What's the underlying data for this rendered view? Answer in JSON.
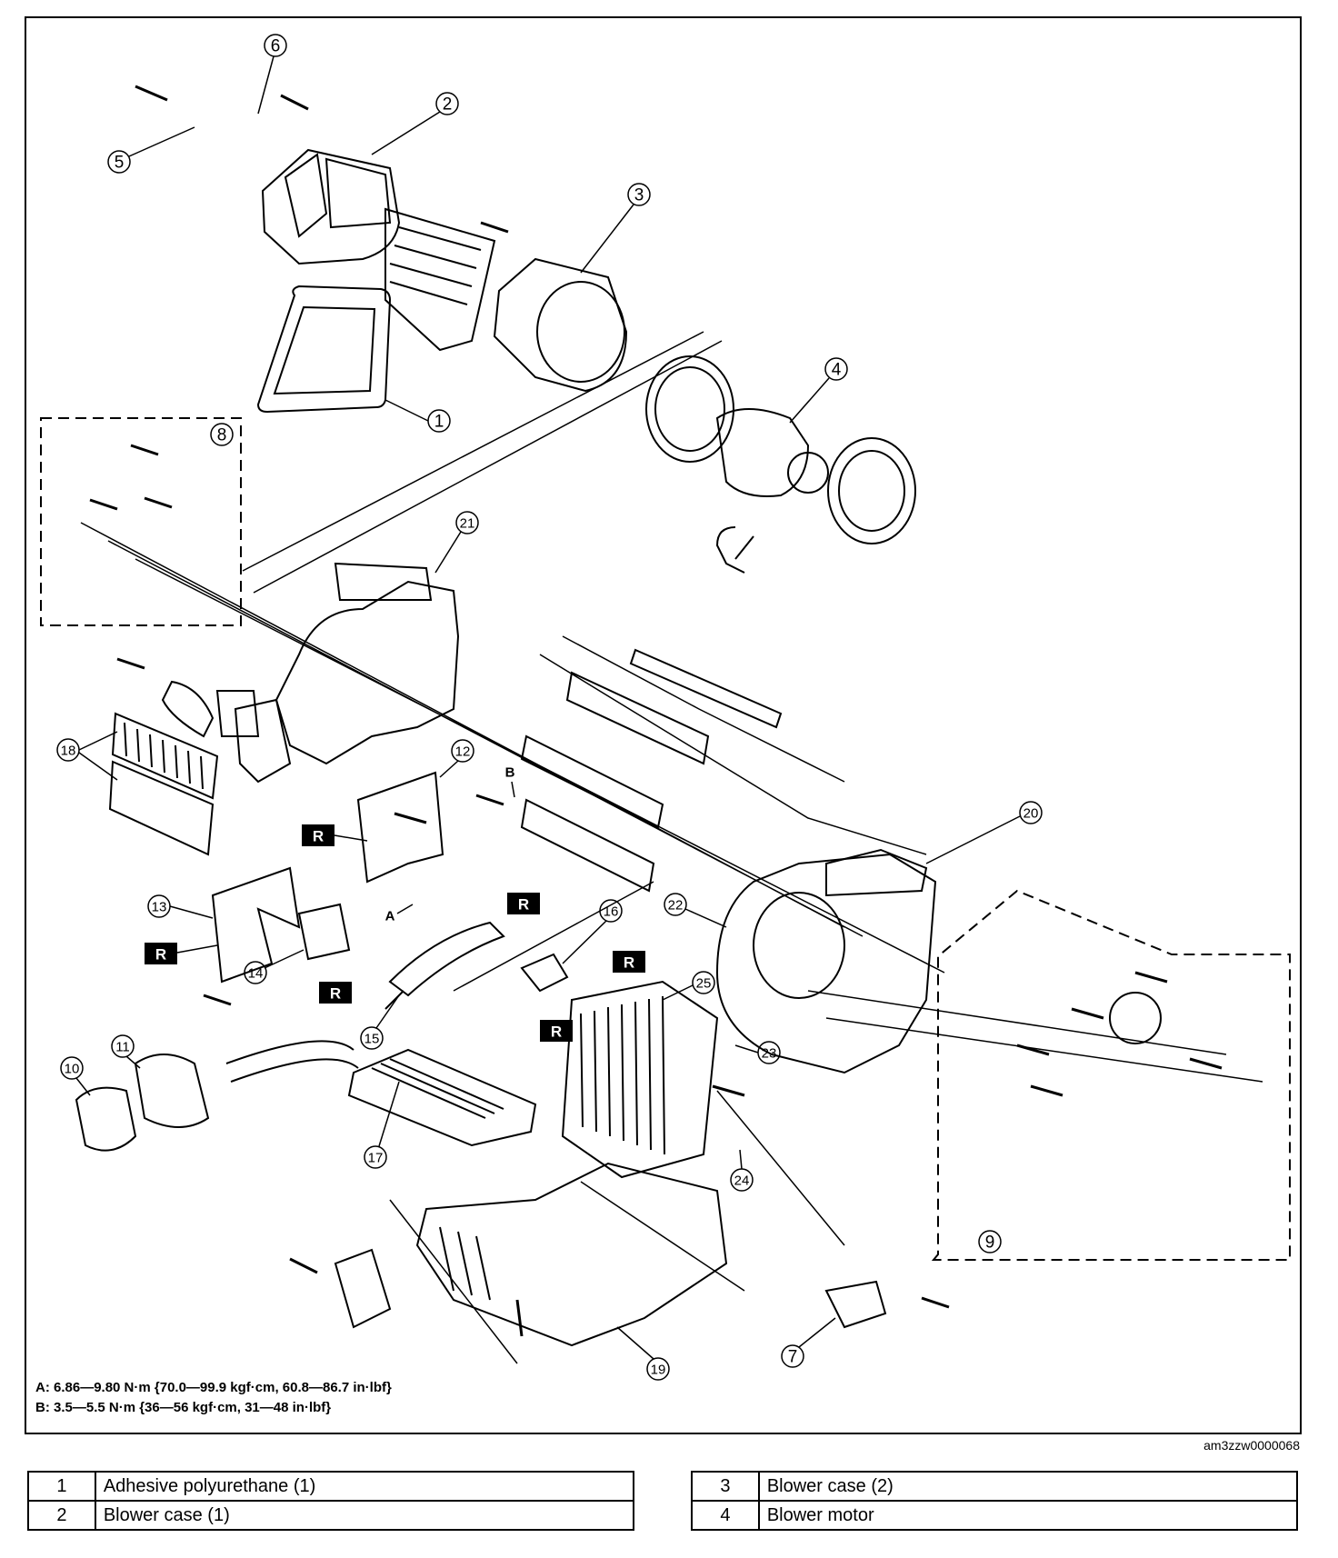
{
  "diagram": {
    "callouts": [
      "1",
      "2",
      "3",
      "4",
      "5",
      "6",
      "7",
      "8",
      "9",
      "10",
      "11",
      "12",
      "13",
      "14",
      "15",
      "16",
      "17",
      "18",
      "19",
      "20",
      "21",
      "22",
      "23",
      "24",
      "25"
    ],
    "markers": {
      "a": "A",
      "b": "B",
      "r": "R"
    },
    "torque_a": "A: 6.86—9.80 N·m {70.0—99.9 kgf·cm, 60.8—86.7 in·lbf}",
    "torque_b": "B: 3.5—5.5 N·m {36—56 kgf·cm, 31—48 in·lbf}",
    "image_code": "am3zzw0000068"
  },
  "parts_table": {
    "left": [
      {
        "num": "1",
        "name": "Adhesive polyurethane (1)"
      },
      {
        "num": "2",
        "name": "Blower case (1)"
      }
    ],
    "right": [
      {
        "num": "3",
        "name": "Blower case (2)"
      },
      {
        "num": "4",
        "name": "Blower motor"
      }
    ]
  }
}
